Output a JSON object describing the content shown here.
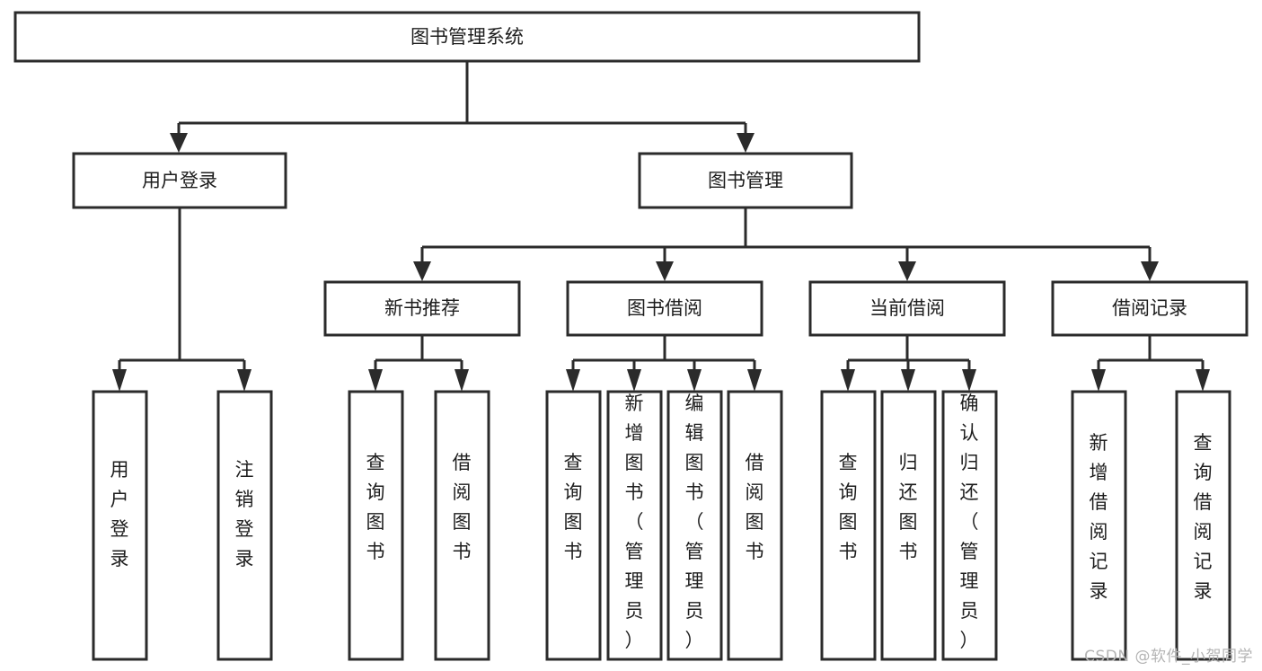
{
  "diagram": {
    "title": "图书管理系统",
    "type": "tree-hierarchy-diagram",
    "orientation": "top-down",
    "colors": {
      "box_border": "#2b2b2b",
      "box_fill": "#ffffff",
      "connector": "#2b2b2b",
      "text": "#1d1d1d",
      "background": "#ffffff",
      "watermark": "#b4b4b4"
    },
    "root": {
      "label": "图书管理系统"
    },
    "level2": [
      {
        "label": "用户登录"
      },
      {
        "label": "图书管理"
      }
    ],
    "level3": [
      {
        "label": "新书推荐"
      },
      {
        "label": "图书借阅"
      },
      {
        "label": "当前借阅"
      },
      {
        "label": "借阅记录"
      }
    ],
    "leaves_user_login": [
      {
        "label": "用户登录"
      },
      {
        "label": "注销登录"
      }
    ],
    "leaves_new_book": [
      {
        "label": "查询图书"
      },
      {
        "label": "借阅图书"
      }
    ],
    "leaves_borrow": [
      {
        "label": "查询图书"
      },
      {
        "label": "新增图书（管理员）"
      },
      {
        "label": "编辑图书（管理员）"
      },
      {
        "label": "借阅图书"
      }
    ],
    "leaves_current": [
      {
        "label": "查询图书"
      },
      {
        "label": "归还图书"
      },
      {
        "label": "确认归还（管理员）"
      }
    ],
    "leaves_records": [
      {
        "label": "新增借阅记录"
      },
      {
        "label": "查询借阅记录"
      }
    ]
  },
  "watermark": {
    "text": "CSDN @软件_小贺同学"
  }
}
